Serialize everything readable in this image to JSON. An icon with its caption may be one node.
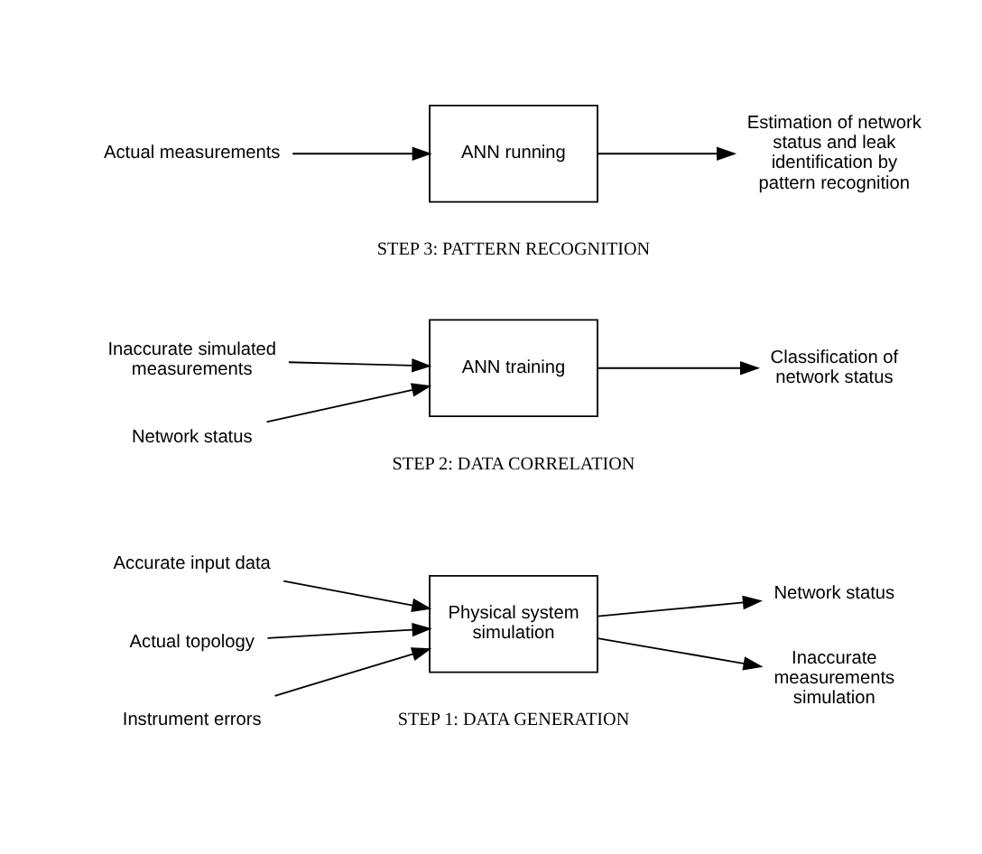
{
  "diagram": {
    "nodes": [
      {
        "text": [
          "Accurate input data"
        ]
      },
      {
        "text": [
          "Actual topology"
        ]
      },
      {
        "text": [
          "Instrument errors"
        ]
      },
      {
        "text": [
          "Physical system simulation"
        ]
      },
      {
        "text": [
          "Inaccurate measurements simulation"
        ]
      },
      {
        "text": [
          "Network status"
        ]
      },
      {
        "text": [
          "Inaccurate simulated measurements"
        ]
      },
      {
        "text": [
          "Network status"
        ]
      },
      {
        "text": [
          "ANN training"
        ]
      },
      {
        "text": [
          "Classification of network status"
        ]
      },
      {
        "text": [
          "Actual measurements"
        ]
      },
      {
        "text": [
          "ANN running"
        ]
      },
      {
        "text": [
          "Estimation of network status and leak identification by pattern recognition"
        ]
      }
    ],
    "edges": [
      {
        "from": 0,
        "to": 3,
        "arrow": "to"
      },
      {
        "from": 1,
        "to": 3,
        "arrow": "to"
      },
      {
        "from": 2,
        "to": 3,
        "arrow": "to"
      },
      {
        "from": 3,
        "to": 4,
        "arrow": "to"
      },
      {
        "from": 3,
        "to": 5,
        "arrow": "to"
      },
      {
        "from": 6,
        "to": 8,
        "arrow": "to"
      },
      {
        "from": 7,
        "to": 8,
        "arrow": "to"
      },
      {
        "from": 8,
        "to": 9,
        "arrow": "to"
      },
      {
        "from": 10,
        "to": 11,
        "arrow": "to"
      },
      {
        "from": 11,
        "to": 12,
        "arrow": "to"
      }
    ],
    "labels": [
      "STEP 1: DATA GENERATION",
      "STEP 2: DATA CORRELATION",
      "STEP 3: PATTERN RECOGNITION"
    ]
  }
}
